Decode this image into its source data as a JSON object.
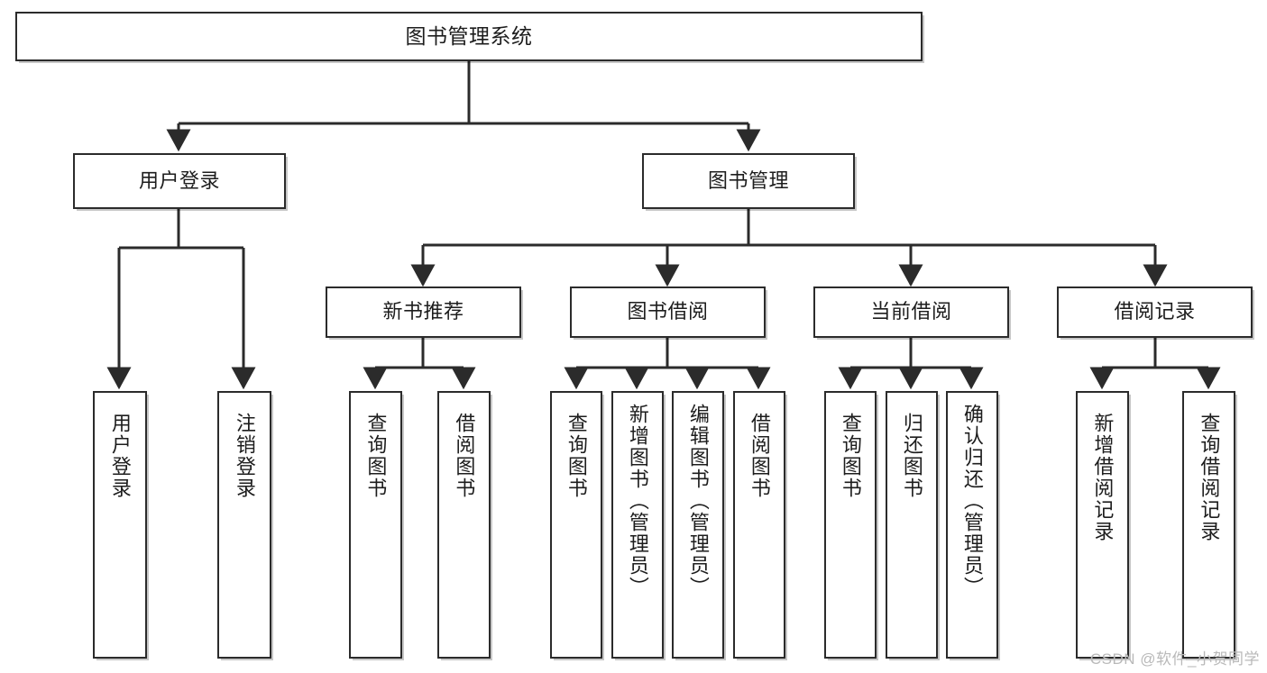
{
  "diagram": {
    "title": "图书管理系统",
    "type": "tree-hierarchy",
    "watermark": "CSDN @软件_小贺同学",
    "colors": {
      "background": "#ffffff",
      "node_border": "#2b2b2b",
      "node_fill": "#ffffff",
      "edge": "#2b2b2b",
      "text": "#1d1d1d",
      "watermark": "#b9b9b9"
    },
    "nodes": {
      "root": {
        "label": "图书管理系统",
        "level": 0
      },
      "level1": [
        {
          "id": "user-login",
          "label": "用户登录",
          "level": 1
        },
        {
          "id": "book-manage",
          "label": "图书管理",
          "level": 1
        }
      ],
      "level2": [
        {
          "id": "new-book-rec",
          "label": "新书推荐",
          "level": 2,
          "parent": "book-manage"
        },
        {
          "id": "book-borrow",
          "label": "图书借阅",
          "level": 2,
          "parent": "book-manage"
        },
        {
          "id": "current-borrow",
          "label": "当前借阅",
          "level": 2,
          "parent": "book-manage"
        },
        {
          "id": "borrow-record",
          "label": "借阅记录",
          "level": 2,
          "parent": "book-manage"
        }
      ],
      "leaves": [
        {
          "id": "leaf-user-login",
          "label": "用户登录",
          "parent": "user-login"
        },
        {
          "id": "leaf-user-logout",
          "label": "注销登录",
          "parent": "user-login"
        },
        {
          "id": "leaf-query-book-1",
          "label": "查询图书",
          "parent": "new-book-rec"
        },
        {
          "id": "leaf-borrow-book-1",
          "label": "借阅图书",
          "parent": "new-book-rec"
        },
        {
          "id": "leaf-query-book-2",
          "label": "查询图书",
          "parent": "book-borrow"
        },
        {
          "id": "leaf-add-book",
          "label": "新增图书（管理员）",
          "parent": "book-borrow"
        },
        {
          "id": "leaf-edit-book",
          "label": "编辑图书（管理员）",
          "parent": "book-borrow"
        },
        {
          "id": "leaf-borrow-book-2",
          "label": "借阅图书",
          "parent": "book-borrow"
        },
        {
          "id": "leaf-query-book-3",
          "label": "查询图书",
          "parent": "current-borrow"
        },
        {
          "id": "leaf-return-book",
          "label": "归还图书",
          "parent": "current-borrow"
        },
        {
          "id": "leaf-confirm-return",
          "label": "确认归还（管理员）",
          "parent": "current-borrow"
        },
        {
          "id": "leaf-add-record",
          "label": "新增借阅记录",
          "parent": "borrow-record"
        },
        {
          "id": "leaf-query-record",
          "label": "查询借阅记录",
          "parent": "borrow-record"
        }
      ]
    }
  }
}
